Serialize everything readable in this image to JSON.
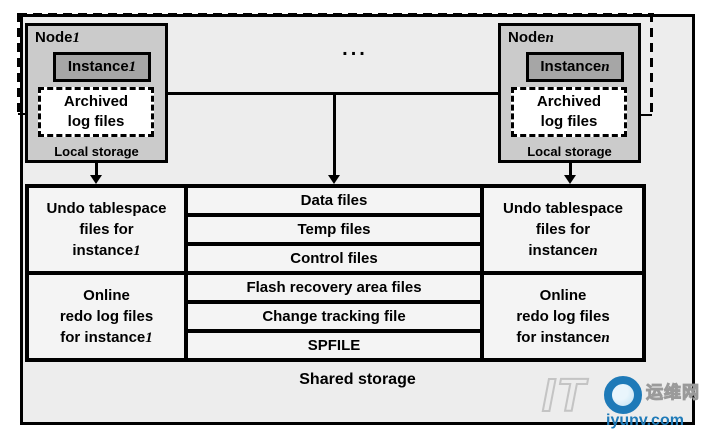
{
  "colors": {
    "frame_bg": "#ededed",
    "node_bg": "#cbcbcb",
    "instance_bg": "#a6a6a6",
    "cell_bg": "#f4f4f4",
    "line": "#000000",
    "watermark_blue": "#1e7ab8",
    "watermark_gray": "#c4c4c4"
  },
  "nodes": [
    {
      "label": "Node",
      "label_suffix": "1",
      "instance": "Instance",
      "instance_suffix": "1",
      "archived_line1": "Archived",
      "archived_line2": "log files",
      "local_storage": "Local storage"
    },
    {
      "label": "Node",
      "label_suffix": "n",
      "instance": "Instance",
      "instance_suffix": "n",
      "archived_line1": "Archived",
      "archived_line2": "log files",
      "local_storage": "Local storage"
    }
  ],
  "ellipsis": "...",
  "storage": {
    "left_top": {
      "l1": "Undo tablespace",
      "l2": "files for",
      "l3": "instance",
      "suffix": "1"
    },
    "left_bottom": {
      "l1": "Online",
      "l2": "redo log files",
      "l3": "for instance",
      "suffix": "1"
    },
    "right_top": {
      "l1": "Undo tablespace",
      "l2": "files for",
      "l3": "instance",
      "suffix": "n"
    },
    "right_bottom": {
      "l1": "Online",
      "l2": "redo log files",
      "l3": "for instance",
      "suffix": "n"
    },
    "middle_rows": [
      "Data files",
      "Temp files",
      "Control files",
      "Flash recovery area files",
      "Change tracking file",
      "SPFILE"
    ],
    "shared_label": "Shared storage"
  },
  "watermark": {
    "it": "IT",
    "cn": "运维网",
    "url": "iyunv.com"
  }
}
